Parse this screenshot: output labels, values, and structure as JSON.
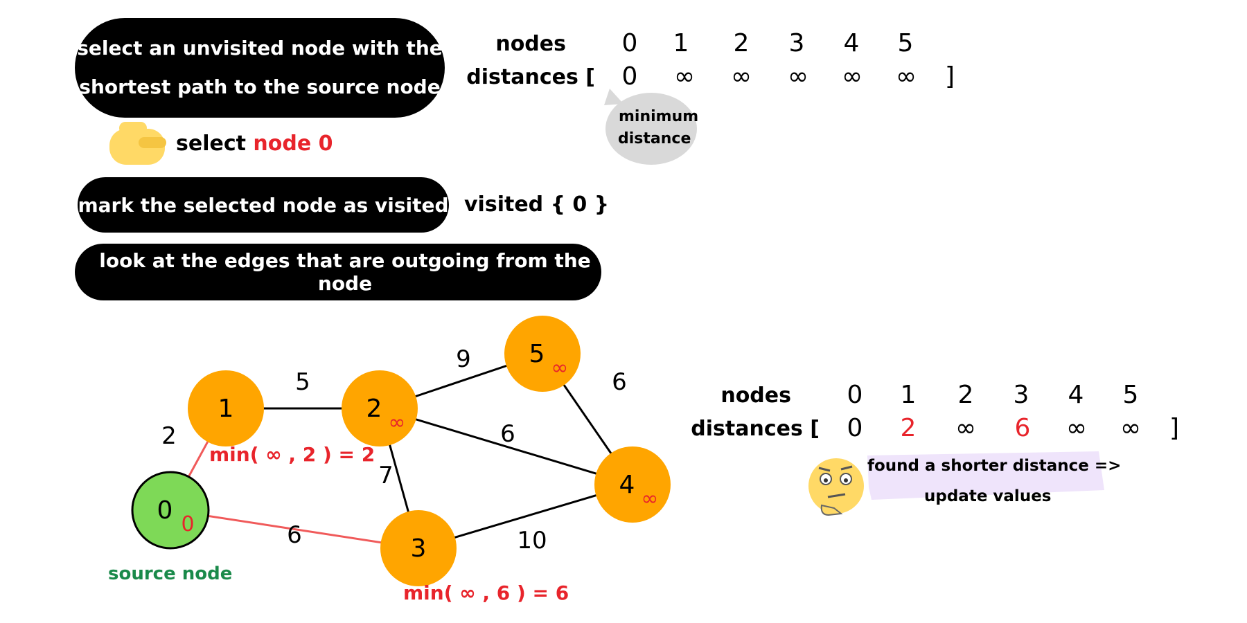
{
  "steps": {
    "select": [
      "select an unvisited node with the",
      "shortest path to the source node"
    ],
    "mark": "mark the selected node as visited",
    "look": "look at the edges that are outgoing from the node"
  },
  "selection": {
    "prefix": "select",
    "node": "node 0"
  },
  "visited": "visited { 0 }",
  "callout": {
    "line1": "minimum",
    "line2": "distance"
  },
  "table_top": {
    "nodes_label": "nodes",
    "distances_label": "distances [",
    "close": "]",
    "nodes": [
      "0",
      "1",
      "2",
      "3",
      "4",
      "5"
    ],
    "distances": [
      "0",
      "∞",
      "∞",
      "∞",
      "∞",
      "∞"
    ]
  },
  "table_bottom": {
    "nodes_label": "nodes",
    "distances_label": "distances [",
    "close": "]",
    "nodes": [
      "0",
      "1",
      "2",
      "3",
      "4",
      "5"
    ],
    "distances": [
      "0",
      "2",
      "∞",
      "6",
      "∞",
      "∞"
    ],
    "updated": [
      false,
      true,
      false,
      true,
      false,
      false
    ]
  },
  "note": {
    "line1": "found a shorter distance =>",
    "line2": "update values"
  },
  "graph": {
    "source_label": "source node",
    "nodes": [
      {
        "id": "0",
        "dist": "0",
        "visited": true
      },
      {
        "id": "1",
        "dist": ""
      },
      {
        "id": "2",
        "dist": "∞"
      },
      {
        "id": "3",
        "dist": ""
      },
      {
        "id": "4",
        "dist": "∞"
      },
      {
        "id": "5",
        "dist": "∞"
      }
    ],
    "edges": [
      {
        "from": "0",
        "to": "1",
        "weight": "2",
        "highlight": true
      },
      {
        "from": "0",
        "to": "3",
        "weight": "6",
        "highlight": true
      },
      {
        "from": "1",
        "to": "2",
        "weight": "5"
      },
      {
        "from": "2",
        "to": "5",
        "weight": "9"
      },
      {
        "from": "2",
        "to": "4",
        "weight": "6"
      },
      {
        "from": "2",
        "to": "3",
        "weight": "7"
      },
      {
        "from": "5",
        "to": "4",
        "weight": "6"
      },
      {
        "from": "3",
        "to": "4",
        "weight": "10"
      }
    ],
    "calc_1": "min( ∞ , 2 ) = 2",
    "calc_3": "min( ∞ , 6 ) = 6"
  },
  "colors": {
    "unvisited_node": "#ffa500",
    "visited_node": "#7ed957",
    "highlight_edge": "#f05a5a",
    "update_red": "#e8242b",
    "source_green": "#1a8a4a",
    "note_bg": "#efe4fb",
    "callout_bg": "#d9d9d9",
    "hand": "#ffd966"
  },
  "icons": {
    "pointer": "pointing-hand-icon",
    "thinking": "thinking-face-icon"
  }
}
